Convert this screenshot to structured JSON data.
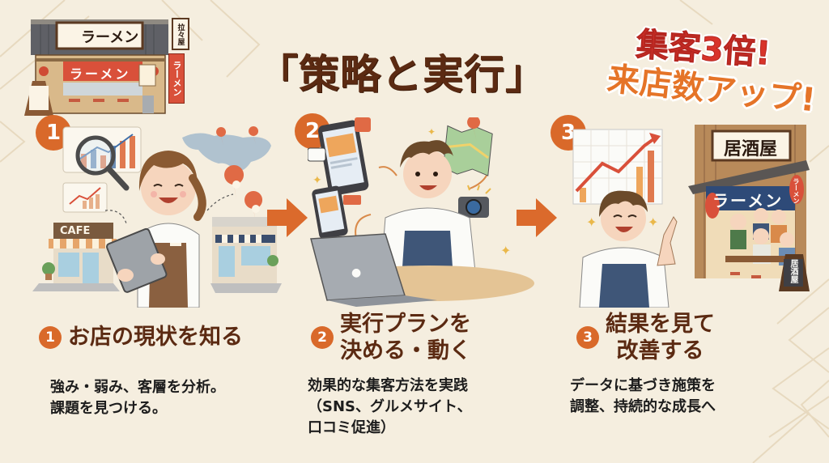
{
  "title": "「策略と実行」",
  "promo": {
    "line1": "集客3倍!",
    "line2": "来店数アップ!"
  },
  "ramen_shop": {
    "sign": "ラーメン",
    "noren": "ラーメン",
    "side_sign": "拉々屋",
    "banner": "ラーメン"
  },
  "steps": [
    {
      "number": "1",
      "title_lines": [
        "お店の現状を知る"
      ],
      "desc_lines": [
        "強み・弱み、客層を分析。",
        "課題を見つける。"
      ],
      "illustration": {
        "cafe_sign": "CAFE"
      }
    },
    {
      "number": "2",
      "title_lines": [
        "実行プランを",
        "決める・動く"
      ],
      "desc_lines": [
        "効果的な集客方法を実践",
        "（SNS、グルメサイト、",
        "口コミ促進）"
      ]
    },
    {
      "number": "3",
      "title_lines": [
        "結果を見て",
        "改善する"
      ],
      "desc_lines": [
        "データに基づき施策を",
        "調整、持続的な成長へ"
      ],
      "illustration": {
        "izakaya_sign": "居酒屋",
        "noren": "ラーメン",
        "lantern": "ラーメン",
        "board": "居酒屋"
      }
    }
  ],
  "colors": {
    "background": "#f5eedf",
    "accent_orange": "#d9692a",
    "title_brown": "#5b2a12",
    "promo_red": "#d8342b",
    "promo_orange": "#e57428",
    "text_dark": "#1d1d1d"
  }
}
